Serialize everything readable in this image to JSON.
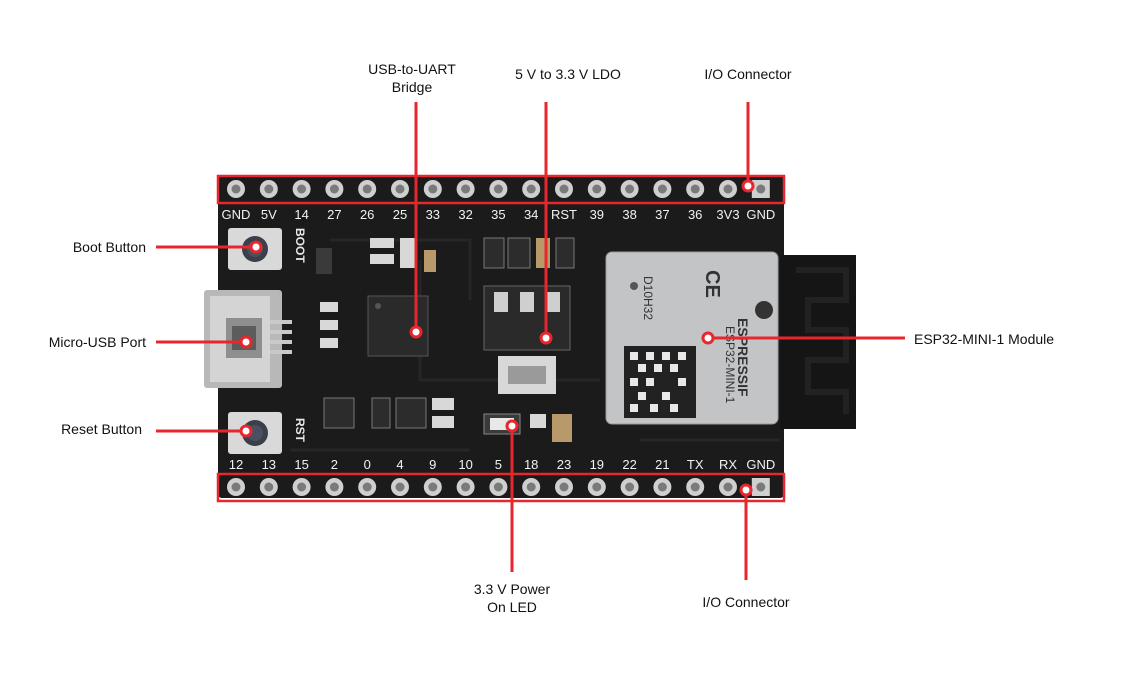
{
  "colors": {
    "board": "#1b1b1b",
    "callout": "#e8262d",
    "pin_ring": "#c9c9c9",
    "module_shield": "#c3c4c6"
  },
  "top_pins": [
    "GND",
    "5V",
    "14",
    "27",
    "26",
    "25",
    "33",
    "32",
    "35",
    "34",
    "RST",
    "39",
    "38",
    "37",
    "36",
    "3V3",
    "GND"
  ],
  "bottom_pins": [
    "12",
    "13",
    "15",
    "2",
    "0",
    "4",
    "9",
    "10",
    "5",
    "18",
    "23",
    "19",
    "22",
    "21",
    "TX",
    "RX",
    "GND"
  ],
  "silkscreen": {
    "boot": "BOOT",
    "rst": "RST"
  },
  "module_text": {
    "brand": "ESPRESSIF",
    "name": "ESP32-MINI-1",
    "code": "D10H32",
    "ce": "CE"
  },
  "callouts": {
    "usb_uart": [
      "USB-to-UART",
      "Bridge"
    ],
    "ldo": "5 V to 3.3 V LDO",
    "io_top": "I/O Connector",
    "boot_button": "Boot Button",
    "micro_usb": "Micro-USB Port",
    "reset_button": "Reset Button",
    "esp32_module": "ESP32-MINI-1 Module",
    "power_led": [
      "3.3 V Power",
      "On LED"
    ],
    "io_bottom": "I/O Connector"
  }
}
